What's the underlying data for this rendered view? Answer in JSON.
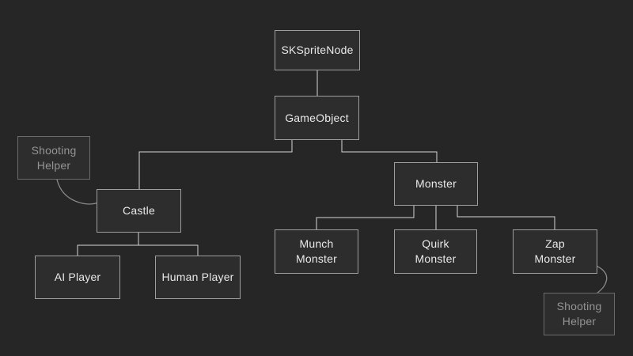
{
  "colors": {
    "background": "#262626",
    "node_fill": "#2d2d2d",
    "node_border": "#9e9e9e",
    "node_text": "#e9e9e9",
    "helper_border": "#6b6b6b",
    "helper_text": "#949494",
    "connector": "#d6d6d6",
    "curve": "#8a8a8a"
  },
  "nodes": {
    "skspritenode": {
      "label": "SKSpriteNode"
    },
    "gameobject": {
      "label": "GameObject"
    },
    "castle": {
      "label": "Castle"
    },
    "monster": {
      "label": "Monster"
    },
    "ai_player": {
      "label": "AI Player"
    },
    "human_player": {
      "label": "Human Player"
    },
    "munch_monster": {
      "label": "Munch\nMonster"
    },
    "quirk_monster": {
      "label": "Quirk\nMonster"
    },
    "zap_monster": {
      "label": "Zap\nMonster"
    },
    "shooting_helper_left": {
      "label": "Shooting\nHelper"
    },
    "shooting_helper_right": {
      "label": "Shooting\nHelper"
    }
  },
  "edges": [
    {
      "from": "SKSpriteNode",
      "to": "GameObject",
      "type": "hierarchy"
    },
    {
      "from": "GameObject",
      "to": "Castle",
      "type": "hierarchy"
    },
    {
      "from": "GameObject",
      "to": "Monster",
      "type": "hierarchy"
    },
    {
      "from": "Castle",
      "to": "AI Player",
      "type": "hierarchy"
    },
    {
      "from": "Castle",
      "to": "Human Player",
      "type": "hierarchy"
    },
    {
      "from": "Monster",
      "to": "Munch Monster",
      "type": "hierarchy"
    },
    {
      "from": "Monster",
      "to": "Quirk Monster",
      "type": "hierarchy"
    },
    {
      "from": "Monster",
      "to": "Zap Monster",
      "type": "hierarchy"
    },
    {
      "from": "Shooting Helper",
      "to": "Castle",
      "type": "annotation"
    },
    {
      "from": "Zap Monster",
      "to": "Shooting Helper",
      "type": "annotation"
    }
  ]
}
